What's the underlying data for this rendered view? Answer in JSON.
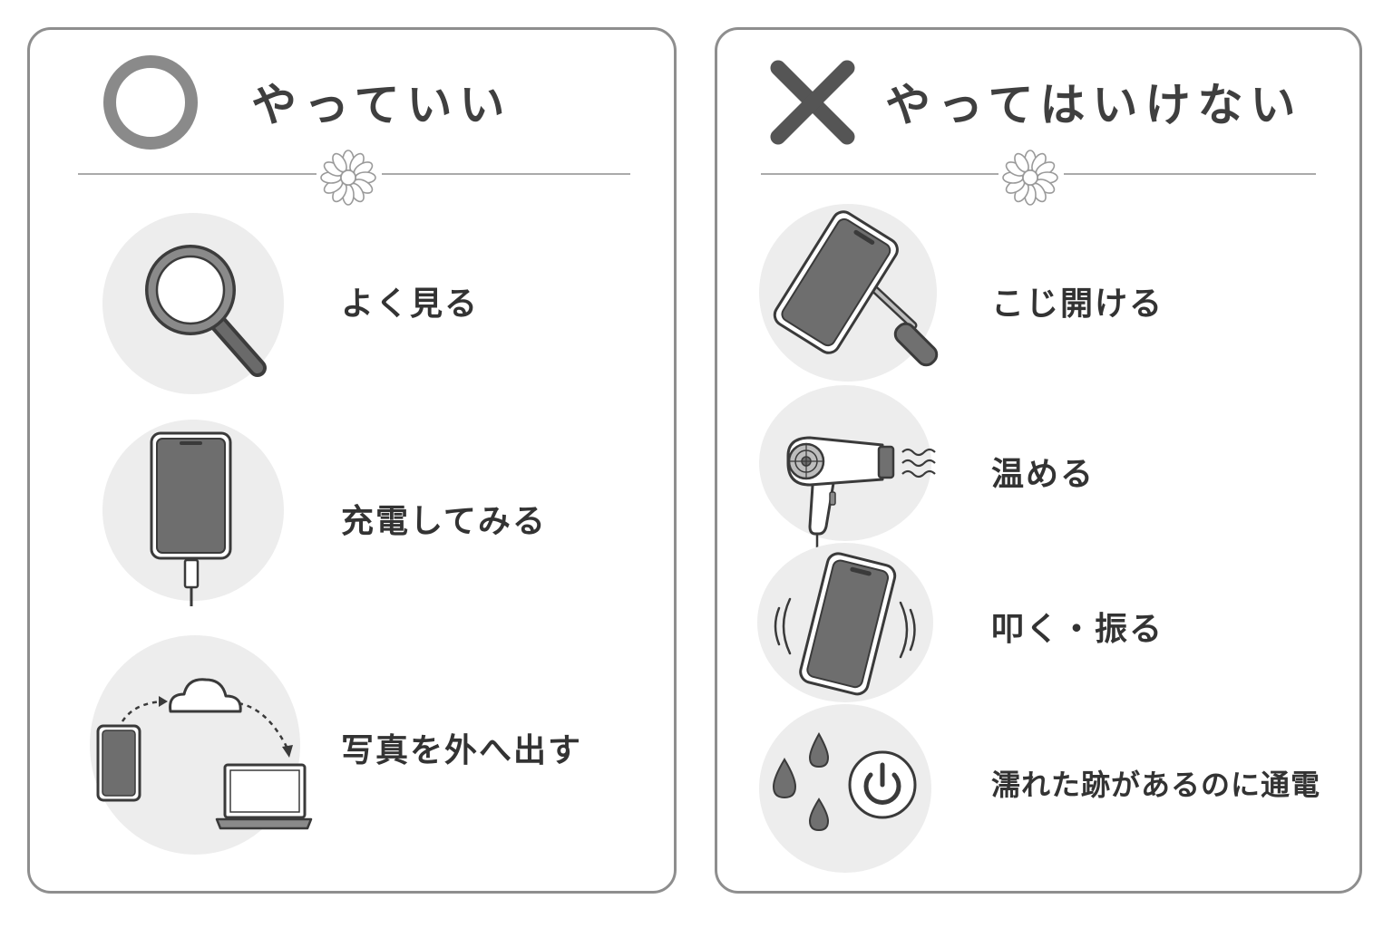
{
  "do_panel": {
    "heading": "やっていい",
    "mark_icon": "circle-icon",
    "items": [
      {
        "label": "よく見る",
        "icon": "magnifier-icon"
      },
      {
        "label": "充電してみる",
        "icon": "phone-charging-icon"
      },
      {
        "label": "写真を外へ出す",
        "icon": "cloud-backup-icon"
      }
    ]
  },
  "dont_panel": {
    "heading": "やってはいけない",
    "mark_icon": "cross-icon",
    "items": [
      {
        "label": "こじ開ける",
        "icon": "phone-screwdriver-icon"
      },
      {
        "label": "温める",
        "icon": "hair-dryer-icon"
      },
      {
        "label": "叩く・振る",
        "icon": "shaking-phone-icon"
      },
      {
        "label": "濡れた跡があるのに通電",
        "icon": "water-power-icon"
      }
    ]
  },
  "colors": {
    "border": "#8e8e8e",
    "text": "#333333",
    "circle_bg": "#ededed",
    "icon_dark": "#444444",
    "icon_fill": "#707070"
  }
}
